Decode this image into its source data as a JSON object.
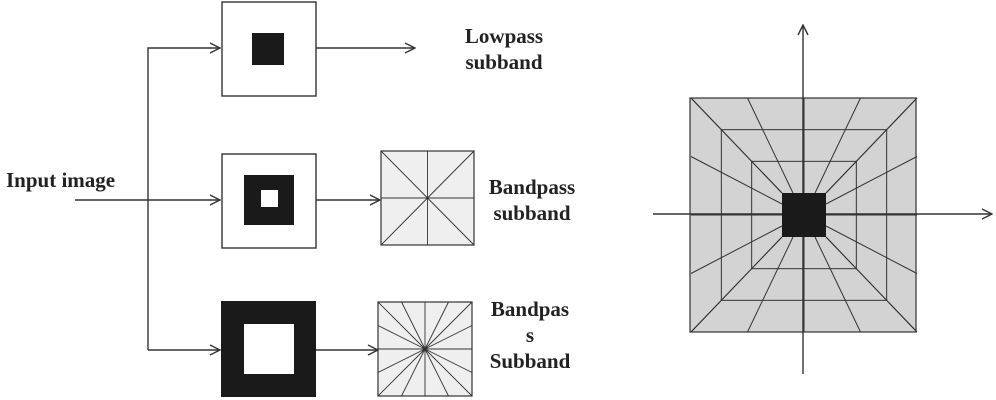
{
  "labels": {
    "input": "Input image",
    "lowpass": [
      "Lowpass",
      "subband"
    ],
    "bandpass1": [
      "Bandpass",
      "subband"
    ],
    "bandpass2": [
      "Bandpas",
      "s",
      "Subband"
    ]
  },
  "colors": {
    "ink": "#222222",
    "block": "#1a1a1a",
    "tile_fill": "#efefef",
    "plane_fill": "#d3d3d3",
    "line": "#333333"
  },
  "filters": [
    {
      "name": "lowpass",
      "shape": "filled-square"
    },
    {
      "name": "bandpass-1",
      "shape": "square-ring-thick-center"
    },
    {
      "name": "bandpass-2",
      "shape": "square-ring-wide"
    }
  ],
  "direction_tiles": [
    {
      "name": "directional-tile-8",
      "directions": 8
    },
    {
      "name": "directional-tile-16",
      "directions": 16
    }
  ],
  "frequency_plane": {
    "rings": 4,
    "rays_per_side": 4
  }
}
